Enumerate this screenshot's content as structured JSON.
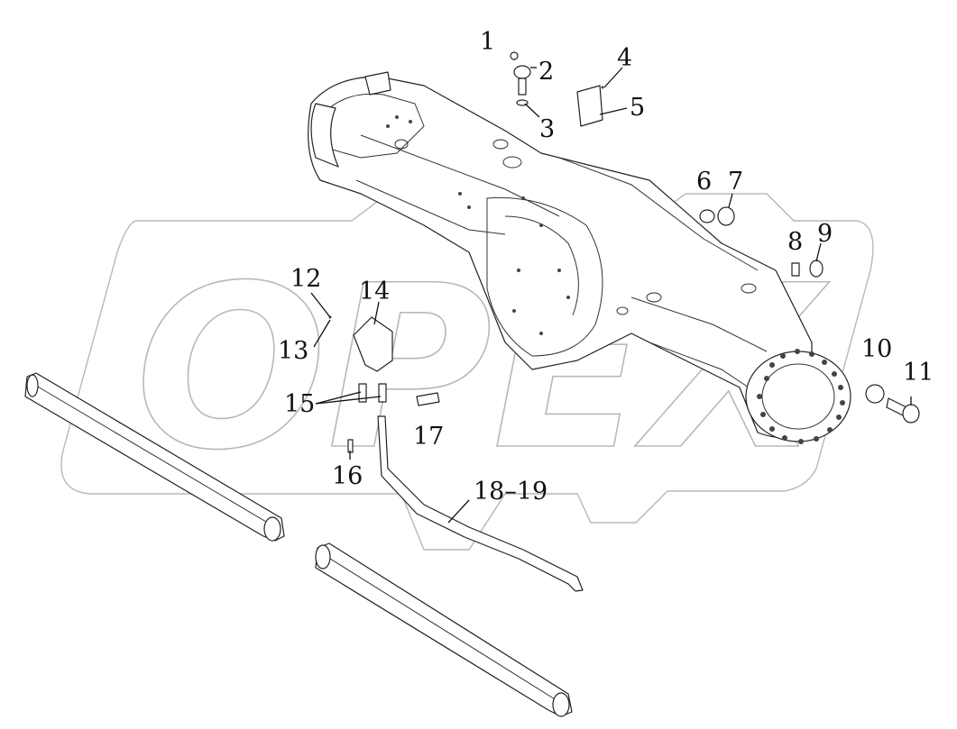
{
  "watermark": {
    "text": "OPEX"
  },
  "parts": [
    {
      "id": "1",
      "label": "1"
    },
    {
      "id": "2",
      "label": "2"
    },
    {
      "id": "3",
      "label": "3"
    },
    {
      "id": "4",
      "label": "4"
    },
    {
      "id": "5",
      "label": "5"
    },
    {
      "id": "6",
      "label": "6"
    },
    {
      "id": "7",
      "label": "7"
    },
    {
      "id": "8",
      "label": "8"
    },
    {
      "id": "9",
      "label": "9"
    },
    {
      "id": "10",
      "label": "10"
    },
    {
      "id": "11",
      "label": "11"
    },
    {
      "id": "12",
      "label": "12"
    },
    {
      "id": "13",
      "label": "13"
    },
    {
      "id": "14",
      "label": "14"
    },
    {
      "id": "15",
      "label": "15"
    },
    {
      "id": "16",
      "label": "16"
    },
    {
      "id": "17",
      "label": "17"
    },
    {
      "id": "18-19",
      "label": "18–19"
    }
  ]
}
